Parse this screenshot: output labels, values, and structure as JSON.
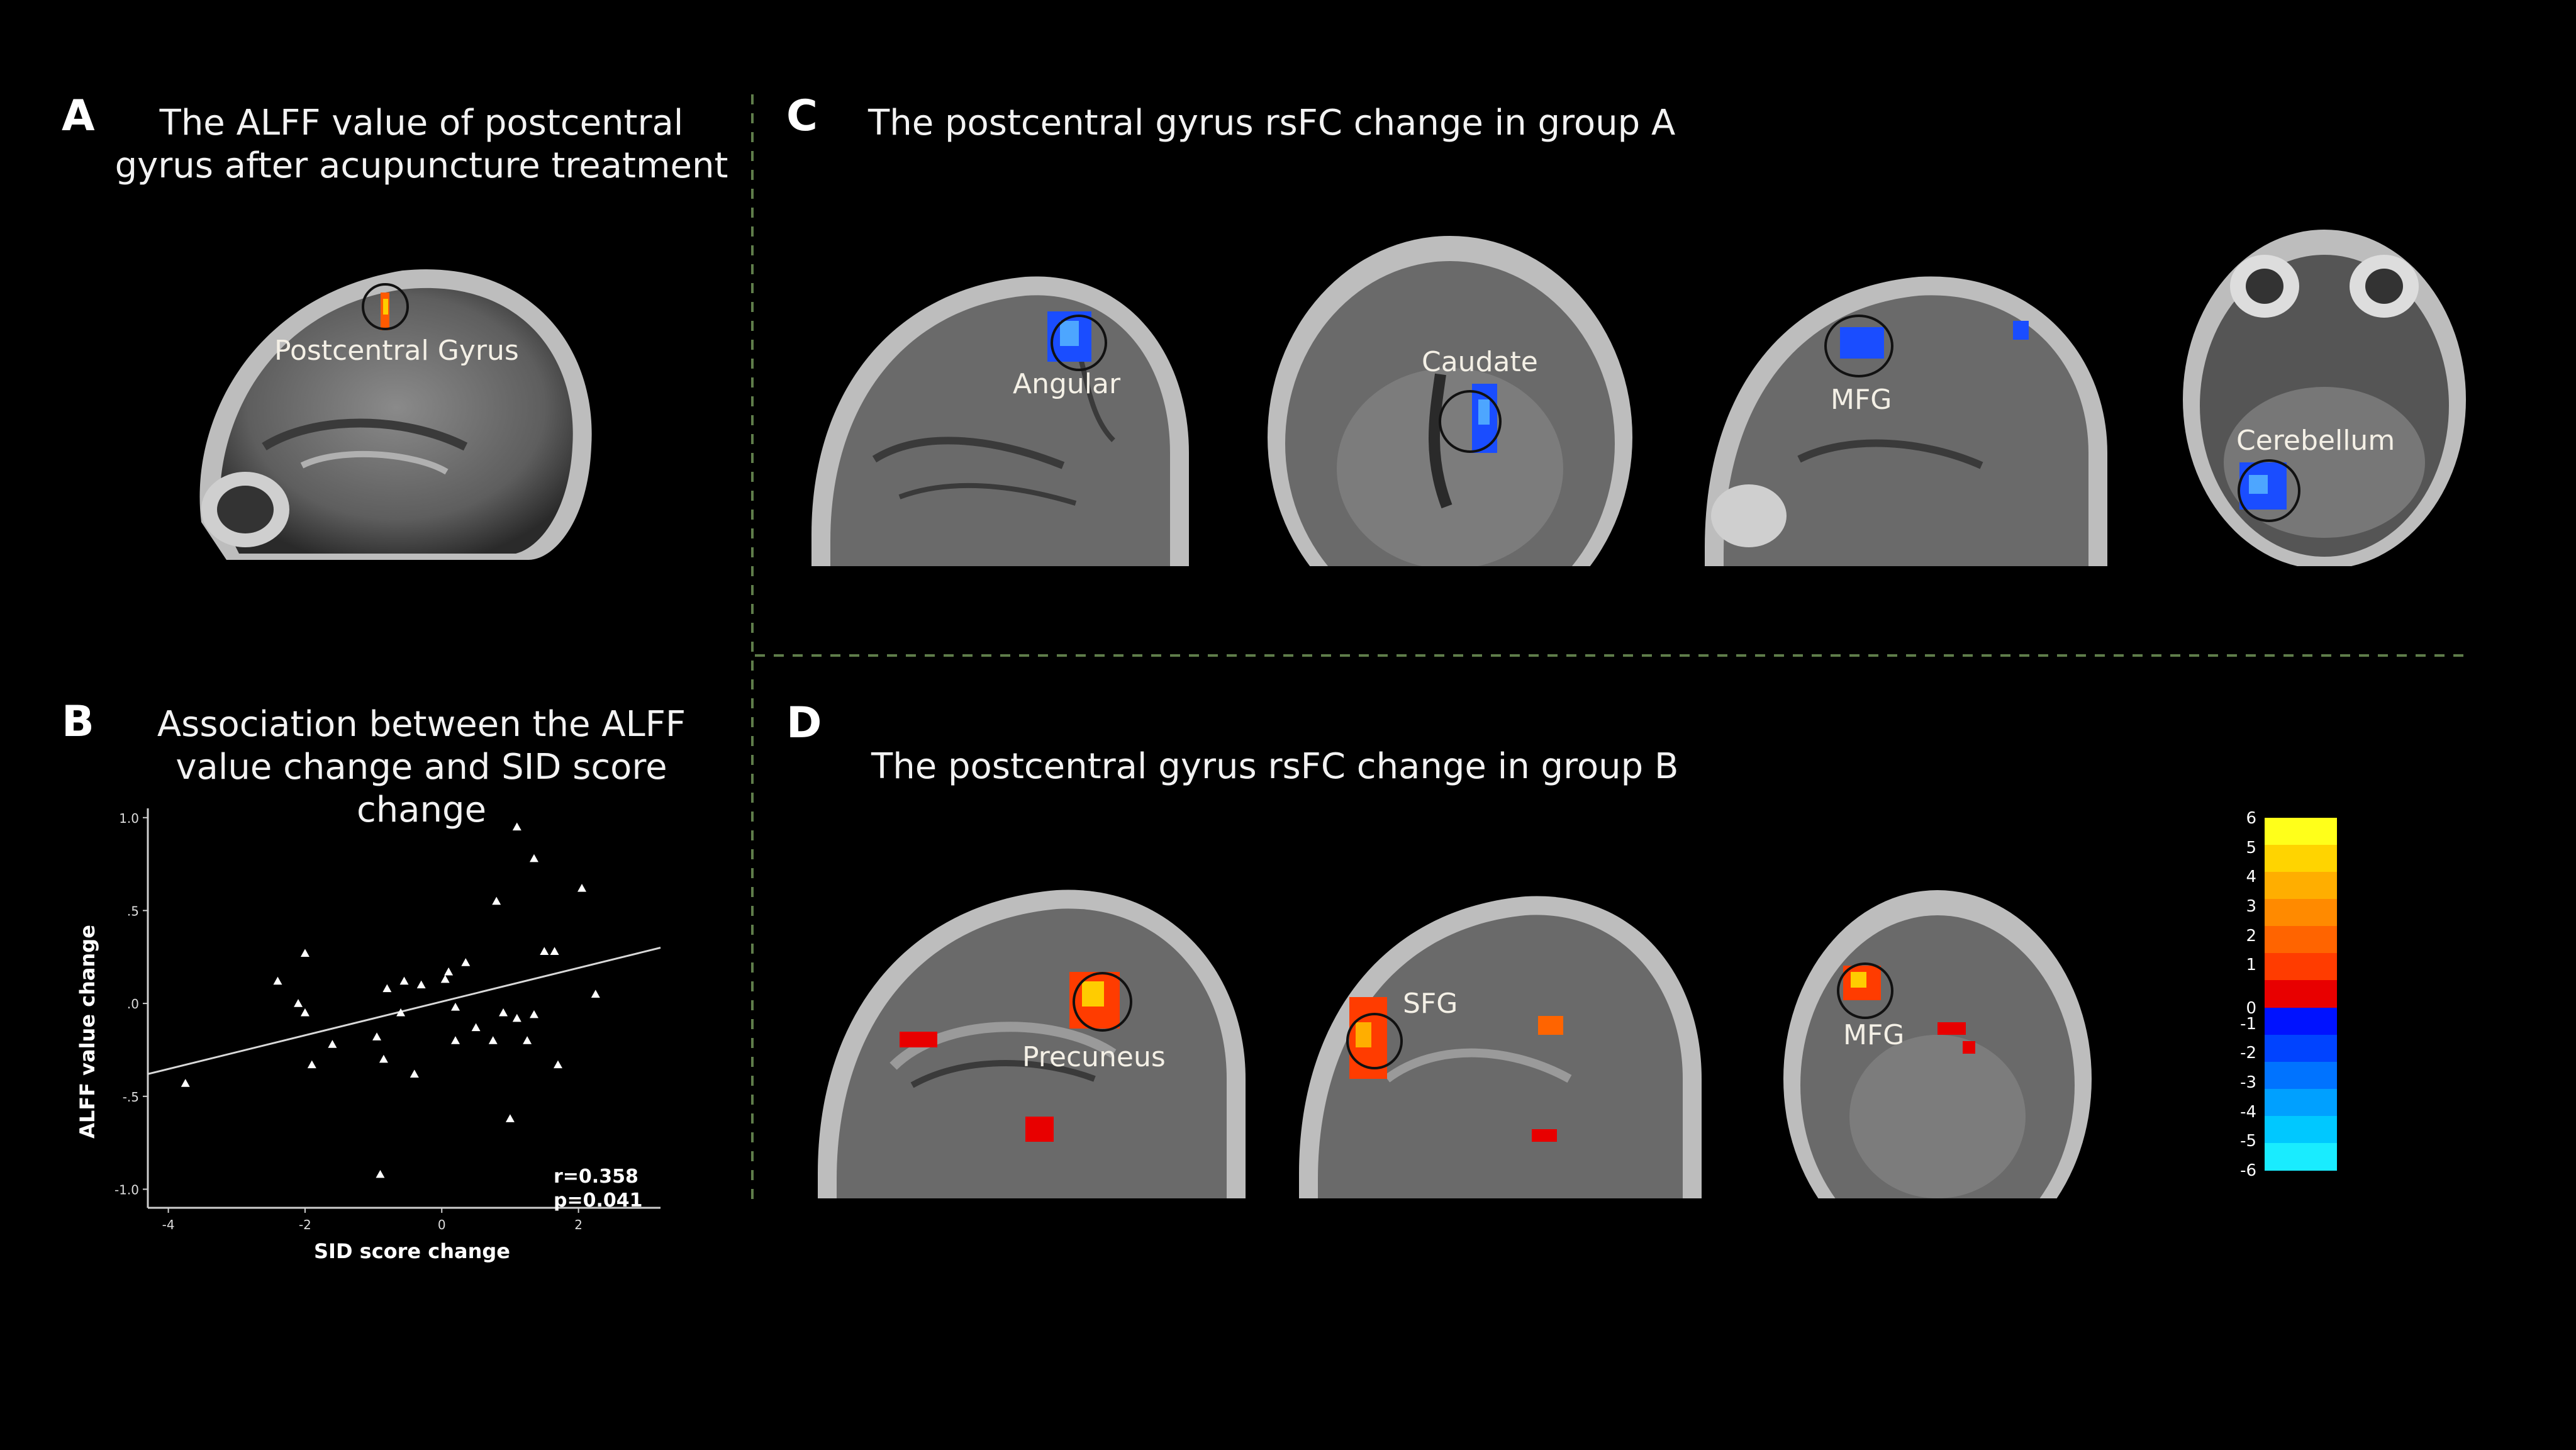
{
  "panels": {
    "A": {
      "letter": "A",
      "title_line1": "The ALFF value of postcentral",
      "title_line2": "gyrus after acupuncture treatment",
      "roi": "Postcentral Gyrus"
    },
    "B": {
      "letter": "B",
      "title_line1": "Association between the ALFF",
      "title_line2": "value change and SID score change"
    },
    "C": {
      "letter": "C",
      "title": "The postcentral gyrus rsFC change in  group A",
      "rois": [
        "Angular",
        "Caudate",
        "MFG",
        "Cerebellum"
      ]
    },
    "D": {
      "letter": "D",
      "title": "The postcentral gyrus rsFC change in  group B",
      "rois": [
        "Precuneus",
        "SFG",
        "MFG"
      ]
    }
  },
  "colorbar": {
    "ticks": [
      "6",
      "5",
      "4",
      "3",
      "2",
      "1",
      "0",
      "-1",
      "-2",
      "-3",
      "-4",
      "-5",
      "-6"
    ],
    "colors": [
      "#ffff1a",
      "#ffd400",
      "#ffae00",
      "#ff8a00",
      "#ff6400",
      "#ff3c00",
      "#e80000",
      "#0012ff",
      "#0043ff",
      "#0073ff",
      "#00a0ff",
      "#00c8ff",
      "#19ecff"
    ]
  },
  "chart_data": {
    "type": "scatter",
    "xlabel": "SID score change",
    "ylabel": "ALFF value change",
    "xticks": [
      "-4",
      "-2",
      "0",
      "2"
    ],
    "yticks": [
      "1.0",
      ".5",
      ".0",
      "-.5",
      "-1.0"
    ],
    "xlim": [
      -4.3,
      3.2
    ],
    "ylim": [
      -1.1,
      1.05
    ],
    "annotation_r": "r=0.358",
    "annotation_p": "p=0.041",
    "fit_line": {
      "x": [
        -4.3,
        3.2
      ],
      "y": [
        -0.38,
        0.3
      ]
    },
    "points": [
      {
        "x": 1.1,
        "y": 0.95
      },
      {
        "x": 1.35,
        "y": 0.78
      },
      {
        "x": 2.05,
        "y": 0.62
      },
      {
        "x": 0.8,
        "y": 0.55
      },
      {
        "x": 1.5,
        "y": 0.28
      },
      {
        "x": 1.65,
        "y": 0.28
      },
      {
        "x": -2.0,
        "y": 0.27
      },
      {
        "x": -2.4,
        "y": 0.12
      },
      {
        "x": 0.35,
        "y": 0.22
      },
      {
        "x": 0.1,
        "y": 0.17
      },
      {
        "x": 0.05,
        "y": 0.13
      },
      {
        "x": -0.55,
        "y": 0.12
      },
      {
        "x": -0.3,
        "y": 0.1
      },
      {
        "x": -0.8,
        "y": 0.08
      },
      {
        "x": -2.1,
        "y": 0.0
      },
      {
        "x": -2.0,
        "y": -0.05
      },
      {
        "x": 0.2,
        "y": -0.02
      },
      {
        "x": -0.6,
        "y": -0.05
      },
      {
        "x": 0.9,
        "y": -0.05
      },
      {
        "x": 1.1,
        "y": -0.08
      },
      {
        "x": 1.35,
        "y": -0.06
      },
      {
        "x": 2.25,
        "y": 0.05
      },
      {
        "x": 0.5,
        "y": -0.13
      },
      {
        "x": -0.95,
        "y": -0.18
      },
      {
        "x": -1.6,
        "y": -0.22
      },
      {
        "x": 0.2,
        "y": -0.2
      },
      {
        "x": 0.75,
        "y": -0.2
      },
      {
        "x": 1.25,
        "y": -0.2
      },
      {
        "x": -1.9,
        "y": -0.33
      },
      {
        "x": -0.85,
        "y": -0.3
      },
      {
        "x": 1.7,
        "y": -0.33
      },
      {
        "x": -0.4,
        "y": -0.38
      },
      {
        "x": 1.0,
        "y": -0.62
      },
      {
        "x": -3.75,
        "y": -0.43
      },
      {
        "x": -0.9,
        "y": -0.92
      }
    ]
  }
}
